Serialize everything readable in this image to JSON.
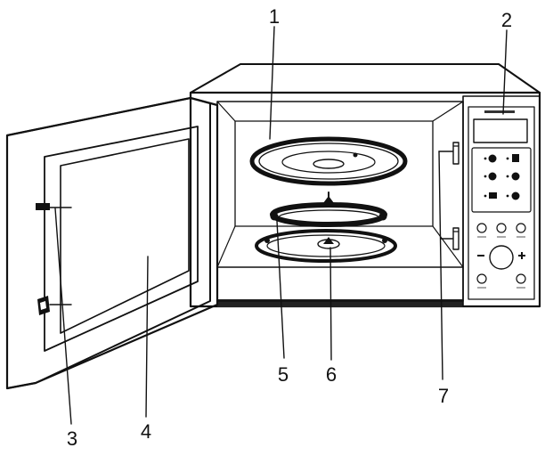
{
  "callouts": [
    {
      "number": "1",
      "part": "turntable-glass-tray"
    },
    {
      "number": "2",
      "part": "control-panel"
    },
    {
      "number": "3",
      "part": "door-latch"
    },
    {
      "number": "4",
      "part": "door-window"
    },
    {
      "number": "5",
      "part": "roller-ring"
    },
    {
      "number": "6",
      "part": "turntable-coupler"
    },
    {
      "number": "7",
      "part": "safety-interlock-system"
    }
  ]
}
